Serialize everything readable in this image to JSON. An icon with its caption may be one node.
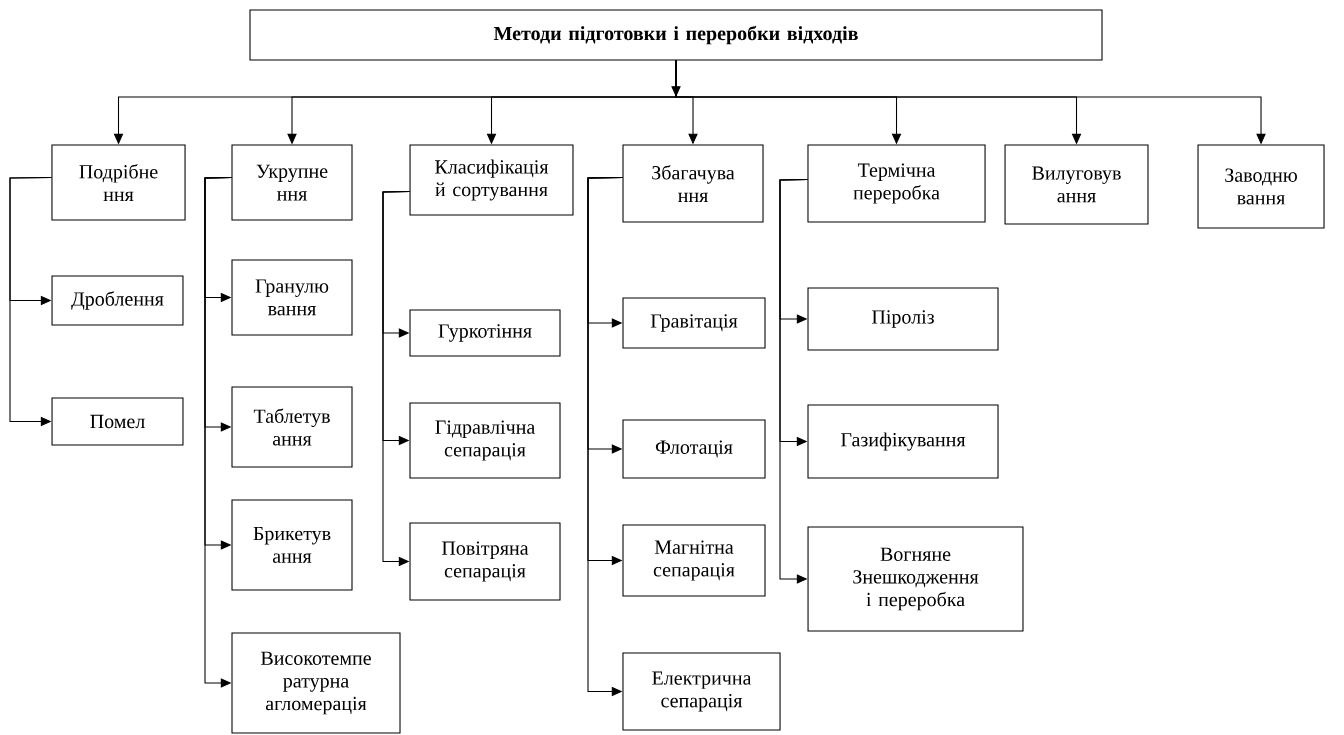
{
  "diagram": {
    "nodes": [
      {
        "text": [
          "Методи підготовки і переробки відходів"
        ]
      },
      {
        "text": [
          "Подрібне ння"
        ]
      },
      {
        "text": [
          "Укрупне ння"
        ]
      },
      {
        "text": [
          "Класифікація й сортування"
        ]
      },
      {
        "text": [
          "Збагачува ння"
        ]
      },
      {
        "text": [
          "Термічна переробка"
        ]
      },
      {
        "text": [
          "Вилуговув ання"
        ]
      },
      {
        "text": [
          "Заводню вання"
        ]
      },
      {
        "text": [
          "Дроблення"
        ]
      },
      {
        "text": [
          "Помел"
        ]
      },
      {
        "text": [
          "Гранулю вання"
        ]
      },
      {
        "text": [
          "Таблетув ання"
        ]
      },
      {
        "text": [
          "Брикетув ання"
        ]
      },
      {
        "text": [
          "Високотемпе ратурна агломерація"
        ]
      },
      {
        "text": [
          "Гуркотіння"
        ]
      },
      {
        "text": [
          "Гідравлічна сепарація"
        ]
      },
      {
        "text": [
          "Повітряна сепарація"
        ]
      },
      {
        "text": [
          "Гравітація"
        ]
      },
      {
        "text": [
          "Флотація"
        ]
      },
      {
        "text": [
          "Магнітна сепарація"
        ]
      },
      {
        "text": [
          "Електрична сепарація"
        ]
      },
      {
        "text": [
          "Піроліз"
        ]
      },
      {
        "text": [
          "Газифікування"
        ]
      },
      {
        "text": [
          "Вогняне Знешкодження і переробка"
        ]
      }
    ],
    "edges": [
      {
        "from": 0,
        "to": 1,
        "arrow": "to"
      },
      {
        "from": 0,
        "to": 2,
        "arrow": "to"
      },
      {
        "from": 0,
        "to": 3,
        "arrow": "to"
      },
      {
        "from": 0,
        "to": 4,
        "arrow": "to"
      },
      {
        "from": 0,
        "to": 5,
        "arrow": "to"
      },
      {
        "from": 0,
        "to": 6,
        "arrow": "to"
      },
      {
        "from": 0,
        "to": 7,
        "arrow": "to"
      },
      {
        "from": 1,
        "to": 8,
        "arrow": "to"
      },
      {
        "from": 1,
        "to": 9,
        "arrow": "to"
      },
      {
        "from": 2,
        "to": 10,
        "arrow": "to"
      },
      {
        "from": 2,
        "to": 11,
        "arrow": "to"
      },
      {
        "from": 2,
        "to": 12,
        "arrow": "to"
      },
      {
        "from": 2,
        "to": 13,
        "arrow": "to"
      },
      {
        "from": 3,
        "to": 14,
        "arrow": "to"
      },
      {
        "from": 3,
        "to": 15,
        "arrow": "to"
      },
      {
        "from": 3,
        "to": 16,
        "arrow": "to"
      },
      {
        "from": 4,
        "to": 17,
        "arrow": "to"
      },
      {
        "from": 4,
        "to": 18,
        "arrow": "to"
      },
      {
        "from": 4,
        "to": 19,
        "arrow": "to"
      },
      {
        "from": 4,
        "to": 20,
        "arrow": "to"
      },
      {
        "from": 5,
        "to": 21,
        "arrow": "to"
      },
      {
        "from": 5,
        "to": 22,
        "arrow": "to"
      },
      {
        "from": 5,
        "to": 23,
        "arrow": "to"
      }
    ]
  }
}
